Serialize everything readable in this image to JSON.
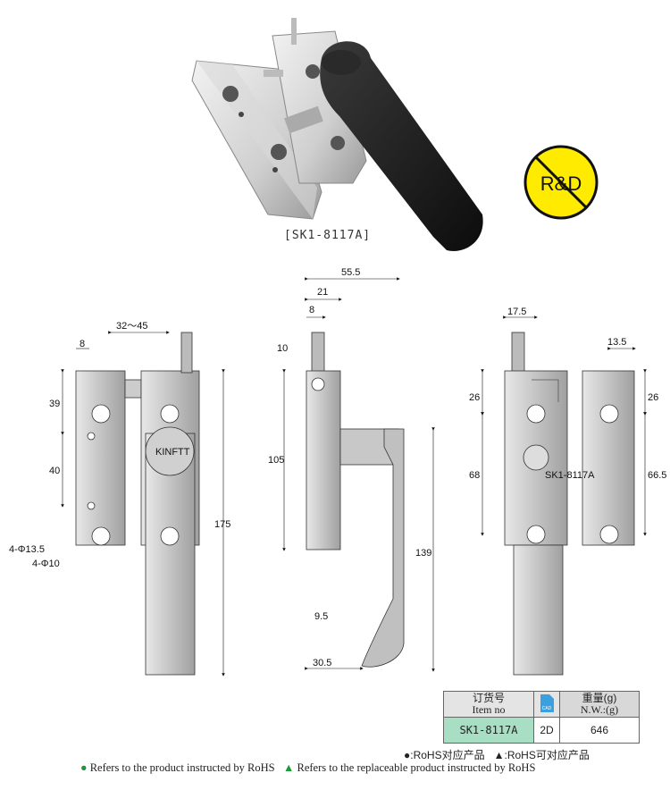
{
  "product_photo": {
    "model_label": "[SK1-8117A]"
  },
  "badge": {
    "text": "R&D"
  },
  "drawing_labels": {
    "front": {
      "d1": "32～45",
      "d2": "8",
      "d3": "39",
      "d4": "40",
      "d5": "175",
      "d6": "4-Φ13.5",
      "d7": "4-Φ10",
      "brand": "KINFTT"
    },
    "side": {
      "d1": "55.5",
      "d2": "21",
      "d3": "8",
      "d4": "10",
      "d5": "105",
      "d6": "139",
      "d7": "9.5",
      "d8": "30.5"
    },
    "back": {
      "d1": "17.5",
      "d2": "13.5",
      "d3": "26",
      "d4": "26",
      "d5": "68",
      "d6": "66.5",
      "part_no": "SK1-8117A"
    }
  },
  "table": {
    "col1_cn": "订货号",
    "col1_en": "Item no",
    "cad_label": "CAD",
    "col3_cn": "重量(g)",
    "col3_en": "N.W.:(g)",
    "item_no": "SK1-8117A",
    "format": "2D",
    "weight": "646"
  },
  "legend": {
    "cn_rohs": "●:RoHS对应产品",
    "cn_replaceable": "▲:RoHS可对应产品",
    "en_rohs": "Refers to the product instructed by RoHS",
    "en_replaceable": "Refers to the replaceable product instructed by RoHS"
  },
  "colors": {
    "accent_green": "#1a9a3a",
    "table_green": "#a8dfc4",
    "badge_yellow": "#ffeb00",
    "cad_blue": "#3aa0e0"
  }
}
